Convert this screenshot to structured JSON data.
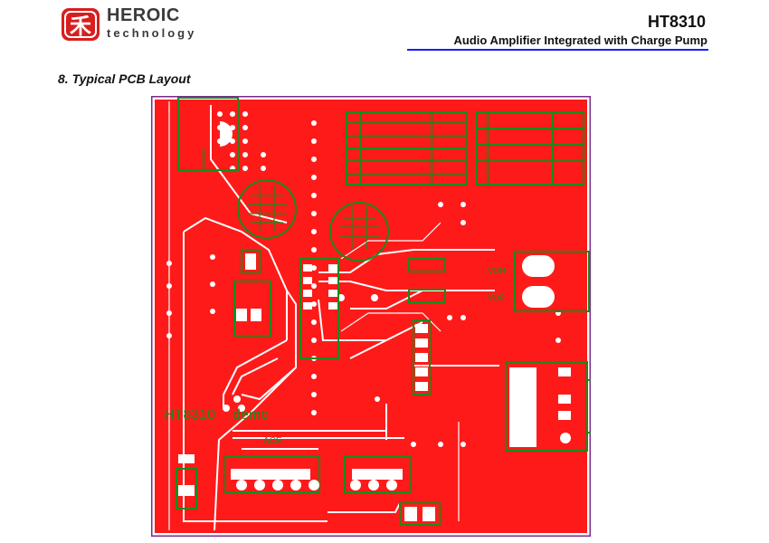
{
  "header": {
    "brand_name": "HEROIC",
    "brand_sub": "technology",
    "logo_glyph": "禾",
    "doc_title": "HT8310",
    "doc_subtitle": "Audio Amplifier Integrated with Charge Pump",
    "rule_color": "#1a1aff"
  },
  "section": {
    "title": "8.  Typical PCB Layout"
  },
  "pcb": {
    "board_color": "#ff1a1a",
    "trace_color": "#ffffff",
    "silk_color": "#1a8a1a",
    "frame_color": "#7a2a8a",
    "labels": {
      "demo_top": "HT8310",
      "demo_bottom": "demo",
      "ace": "ACE",
      "von": "VON",
      "vop": "VOP"
    }
  }
}
